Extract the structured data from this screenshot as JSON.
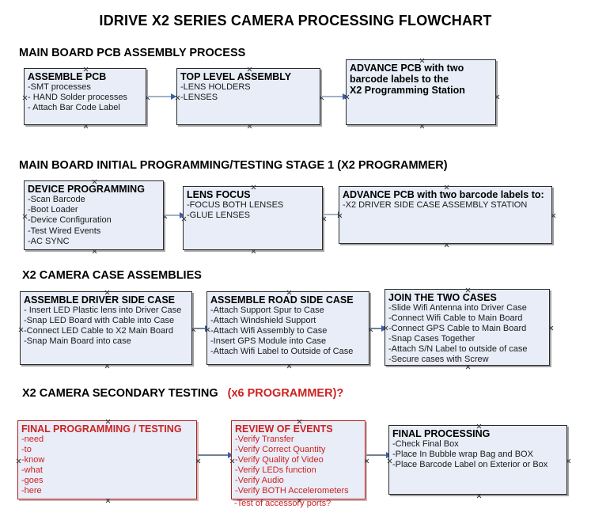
{
  "document": {
    "title": "IDRIVE X2  SERIES CAMERA PROCESSING FLOWCHART",
    "accent_color": "#cc2222",
    "box_fill": "#e8edf7",
    "connector_color": "#9fb2c8"
  },
  "sections": [
    {
      "id": "sec1",
      "title": "MAIN BOARD PCB ASSEMBLY PROCESS"
    },
    {
      "id": "sec2",
      "title": "MAIN BOARD INITIAL PROGRAMMING/TESTING STAGE 1 (X2 PROGRAMMER)"
    },
    {
      "id": "sec3",
      "title": "X2 CAMERA CASE ASSEMBLIES"
    },
    {
      "id": "sec4",
      "title": "X2 CAMERA SECONDARY TESTING",
      "accent": "(x6 PROGRAMMER)?"
    }
  ],
  "nodes": {
    "assemble_pcb": {
      "header": "ASSEMBLE PCB",
      "items": [
        "-SMT processes",
        "- HAND Solder processes",
        "- Attach Bar Code Label"
      ]
    },
    "top_level_assembly": {
      "header": "TOP LEVEL ASSEMBLY",
      "items": [
        "-LENS HOLDERS",
        "-LENSES"
      ]
    },
    "advance_pcb_1": {
      "header": "ADVANCE PCB with two",
      "line2": "barcode labels to the",
      "line3": " X2 Programming Station"
    },
    "device_programming": {
      "header": "DEVICE PROGRAMMING",
      "items": [
        "-Scan Barcode",
        "-Boot Loader",
        "-Device Configuration",
        "-Test Wired Events",
        "-AC SYNC"
      ]
    },
    "lens_focus": {
      "header": "LENS FOCUS",
      "items": [
        "-FOCUS BOTH LENSES",
        "-GLUE LENSES"
      ]
    },
    "advance_pcb_2": {
      "header": "ADVANCE PCB with two barcode labels to:",
      "items": [
        "-X2 DRIVER  SIDE  CASE  ASSEMBLY STATION"
      ]
    },
    "driver_side_case": {
      "header": "ASSEMBLE DRIVER SIDE CASE",
      "items": [
        "- Insert LED Plastic lens into Driver Case",
        "-Snap LED Board with Cable into Case",
        "-Connect LED Cable to X2 Main Board",
        "-Snap Main Board into case"
      ]
    },
    "road_side_case": {
      "header": "ASSEMBLE ROAD SIDE CASE",
      "items": [
        "-Attach Support Spur to Case",
        "-Attach Windshield Support",
        "-Attach Wifi Assembly to Case",
        "-Insert GPS Module into Case",
        "-Attach Wifi Label to Outside of Case"
      ]
    },
    "join_cases": {
      "header": "JOIN THE TWO CASES",
      "items": [
        "-Slide Wifi Antenna into Driver Case",
        "-Connect Wifi Cable to Main Board",
        "-Connect GPS Cable to Main Board",
        "-Snap Cases Together",
        "-Attach S/N Label to outside of case",
        "-Secure cases with Screw"
      ]
    },
    "final_programming": {
      "header": "FINAL PROGRAMMING / TESTING",
      "items": [
        "-need",
        "-to",
        "-know",
        "-what",
        "-goes",
        "-here"
      ]
    },
    "review_of_events": {
      "header": "REVIEW OF EVENTS",
      "items": [
        "-Verify Transfer",
        "-Verify Correct Quantity",
        "-Verify Quality of Video",
        "-Verify LEDs function",
        "-Verify Audio",
        "-Verify BOTH Accelerometers"
      ],
      "overflow_item": "-Test of accessory ports?"
    },
    "final_processing": {
      "header": "FINAL PROCESSING",
      "items": [
        "-Check Final Box",
        "-Place In Bubble wrap Bag and BOX",
        "-Place Barcode Label on Exterior or Box"
      ]
    }
  }
}
